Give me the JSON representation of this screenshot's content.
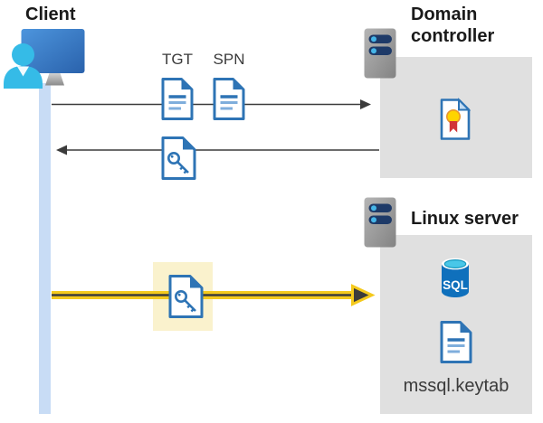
{
  "client": {
    "label": "Client"
  },
  "tickets": {
    "tgt": "TGT",
    "spn": "SPN"
  },
  "domain_controller": {
    "label": "Domain controller"
  },
  "linux_server": {
    "label": "Linux server",
    "database_label": "SQL",
    "keytab_label": "mssql.keytab"
  },
  "icons": {
    "client": "client-computer-icon",
    "tgt": "document-icon",
    "spn": "document-icon",
    "ticket_key": "key-document-icon",
    "domain_controller": "server-icon",
    "linux_server": "server-icon",
    "certificate": "certificate-icon",
    "database": "sql-database-icon",
    "keytab": "document-icon"
  },
  "colors": {
    "doc_blue": "#2E74B5",
    "doc_blue_light": "#7FAEDC",
    "arrow_gray": "#3B3B3B",
    "yellow": "#F4C91C",
    "highlight_bg": "#FAF2CD",
    "timeline_blue": "#C8DCF5",
    "box_gray": "#E0E0E0",
    "server_bar_navy": "#1E3A68",
    "server_dot_cyan": "#45B5E8",
    "person_cyan": "#35BBE7",
    "sql_body_blue": "#0F70BC",
    "sql_top_cyan": "#49C7E8",
    "medal_yellow": "#FFD400",
    "ribbon_red": "#D13438",
    "heading_black": "#1A1A1A",
    "text_gray": "#3B3B3B"
  }
}
